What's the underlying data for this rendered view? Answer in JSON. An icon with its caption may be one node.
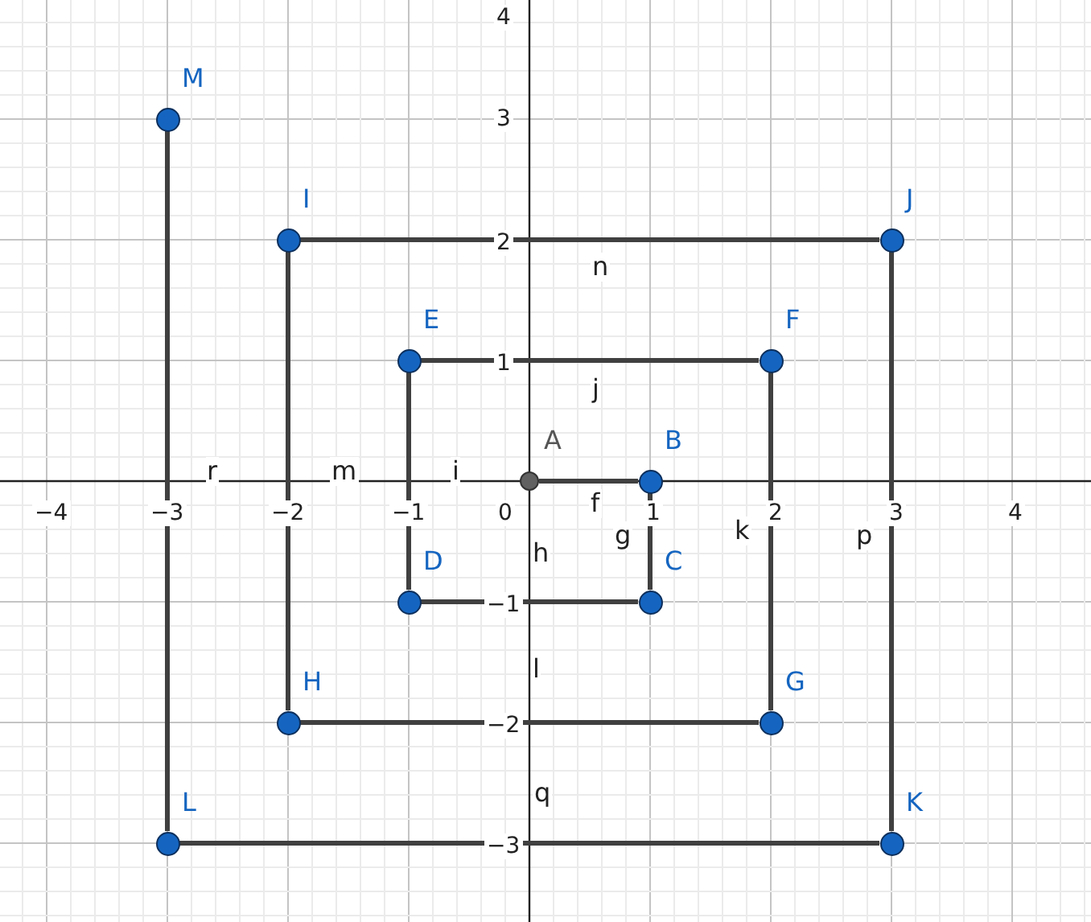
{
  "diagram": {
    "nodes": [
      {
        "text": [
          "A"
        ]
      },
      {
        "text": [
          "B"
        ]
      },
      {
        "text": [
          "C"
        ]
      },
      {
        "text": [
          "D"
        ]
      },
      {
        "text": [
          "E"
        ]
      },
      {
        "text": [
          "F"
        ]
      },
      {
        "text": [
          "G"
        ]
      },
      {
        "text": [
          "H"
        ]
      },
      {
        "text": [
          "I"
        ]
      },
      {
        "text": [
          "J"
        ]
      },
      {
        "text": [
          "K"
        ]
      },
      {
        "text": [
          "L"
        ]
      },
      {
        "text": [
          "M"
        ]
      }
    ],
    "edges": [
      {
        "from": 0,
        "to": 1,
        "arrow": "none",
        "label": "f"
      },
      {
        "from": 1,
        "to": 2,
        "arrow": "none",
        "label": "g"
      },
      {
        "from": 2,
        "to": 3,
        "arrow": "none",
        "label": "h"
      },
      {
        "from": 3,
        "to": 4,
        "arrow": "none",
        "label": "i"
      },
      {
        "from": 4,
        "to": 5,
        "arrow": "none",
        "label": "j"
      },
      {
        "from": 5,
        "to": 6,
        "arrow": "none",
        "label": "k"
      },
      {
        "from": 6,
        "to": 7,
        "arrow": "none",
        "label": "l"
      },
      {
        "from": 7,
        "to": 8,
        "arrow": "none",
        "label": "m"
      },
      {
        "from": 8,
        "to": 9,
        "arrow": "none",
        "label": "n"
      },
      {
        "from": 9,
        "to": 10,
        "arrow": "none",
        "label": "p"
      },
      {
        "from": 10,
        "to": 11,
        "arrow": "none",
        "label": "q"
      },
      {
        "from": 11,
        "to": 12,
        "arrow": "none",
        "label": "r"
      }
    ],
    "labels": [
      "4",
      "3",
      "2",
      "1",
      "−4",
      "−3",
      "−2",
      "−1",
      "0",
      "1",
      "2",
      "3",
      "4",
      "−1",
      "−2",
      "−3"
    ]
  }
}
